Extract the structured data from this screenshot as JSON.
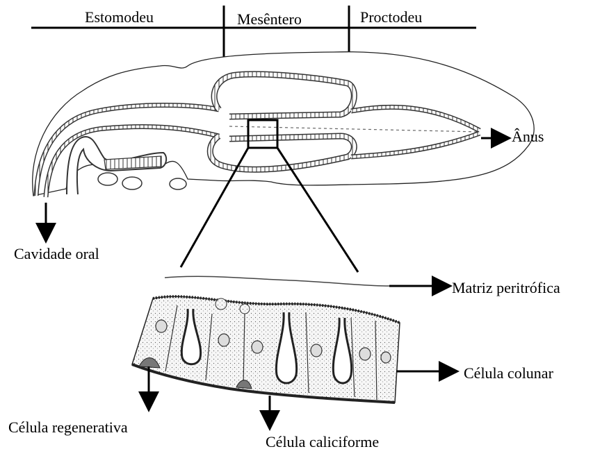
{
  "diagram": {
    "regions": {
      "stomodeum": "Estomodeu",
      "midgut": "Mesêntero",
      "proctodeum": "Proctodeu"
    },
    "labels": {
      "anus": "Ânus",
      "oral_cavity": "Cavidade oral",
      "peritrophic_matrix": "Matriz peritrófica",
      "columnar_cell": "Célula colunar",
      "regenerative_cell": "Célula regenerativa",
      "goblet_cell": "Célula caliciforme"
    },
    "colors": {
      "ink": "#000000",
      "tissue_fill": "#f4f4f4",
      "background": "#ffffff"
    }
  }
}
